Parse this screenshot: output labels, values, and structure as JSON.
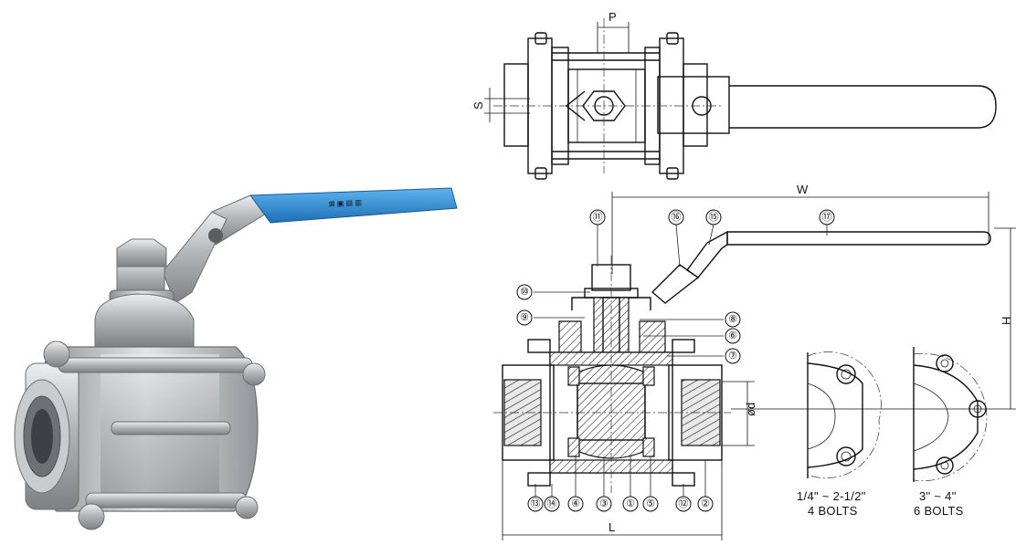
{
  "drawing": {
    "top_view": {
      "label_p": "P",
      "label_s": "S"
    },
    "dimensions": {
      "w": "W",
      "h": "H",
      "l": "L",
      "d": "ød"
    },
    "callouts": [
      "⑪",
      "⑯",
      "⑮",
      "⑰",
      "⑩",
      "⑨",
      "⑧",
      "⑥",
      "⑦",
      "⑬",
      "⑭",
      "④",
      "③",
      "①",
      "⑤",
      "⑫",
      "②"
    ],
    "bolt_patterns": [
      {
        "size": "1/4\" ~ 2-1/2\"",
        "bolts": "4 BOLTS"
      },
      {
        "size": "3\" ~ 4\"",
        "bolts": "6 BOLTS"
      }
    ]
  },
  "photo": {
    "handle_color": "#2f8fd6",
    "body_color": "#b9bcbf"
  }
}
